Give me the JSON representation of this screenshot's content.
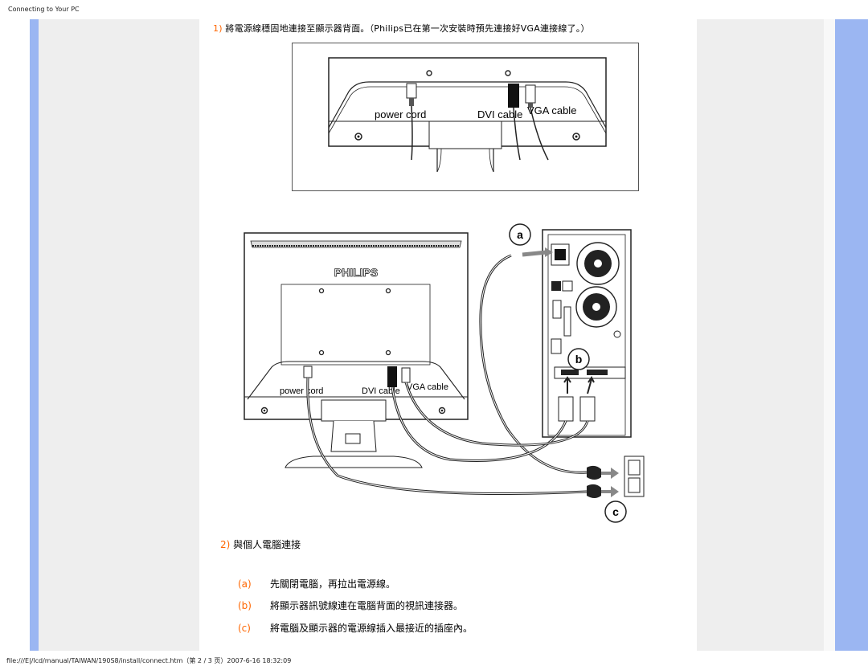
{
  "header": {
    "title": "Connecting to Your PC"
  },
  "step1": {
    "num": "1)",
    "text": "將電源線穩固地連接至顯示器背面。（Philips已在第一次安裝時預先連接好VGA連接線了。）"
  },
  "figure1": {
    "labels": {
      "power": "power cord",
      "dvi": "DVI cable",
      "vga": "VGA cable"
    }
  },
  "figure2": {
    "brand": "PHILIPS",
    "labels": {
      "power": "power cord",
      "dvi": "DVI cable",
      "vga": "VGA cable"
    },
    "markers": {
      "a": "a",
      "b": "b",
      "c": "c"
    }
  },
  "step2": {
    "num": "2)",
    "text": "與個人電腦連接",
    "items": [
      {
        "label": "(a)",
        "text": "先關閉電腦，再拉出電源線。"
      },
      {
        "label": "(b)",
        "text": "將顯示器訊號線連在電腦背面的視訊連接器。"
      },
      {
        "label": "(c)",
        "text": "將電腦及顯示器的電源線插入最接近的插座內。"
      }
    ]
  },
  "footer": {
    "text": "file:///E|/lcd/manual/TAIWAN/190S8/install/connect.htm（第 2 / 3 页）2007-6-16 18:32:09"
  },
  "colors": {
    "sidebar_blue": "#9bb6f2",
    "sidebar_gray": "#eeeeee",
    "step_number": "#ff6600"
  }
}
